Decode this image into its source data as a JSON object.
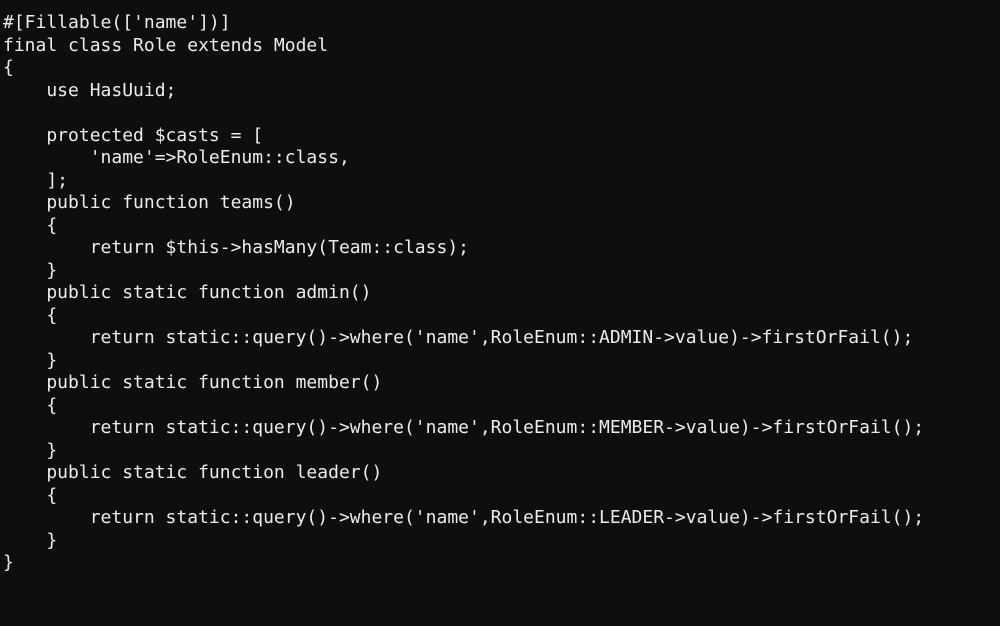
{
  "editor": {
    "lines": [
      "#[Fillable(['name'])]",
      "final class Role extends Model",
      "{",
      "    use HasUuid;",
      "",
      "    protected $casts = [",
      "        'name'=>RoleEnum::class,",
      "    ];",
      "    public function teams()",
      "    {",
      "        return $this->hasMany(Team::class);",
      "    }",
      "    public static function admin()",
      "    {",
      "        return static::query()->where('name',RoleEnum::ADMIN->value)->firstOrFail();",
      "    }",
      "    public static function member()",
      "    {",
      "        return static::query()->where('name',RoleEnum::MEMBER->value)->firstOrFail();",
      "    }",
      "    public static function leader()",
      "    {",
      "        return static::query()->where('name',RoleEnum::LEADER->value)->firstOrFail();",
      "    }",
      "}"
    ]
  },
  "colors": {
    "background": "#0e0e0e",
    "text": "#ececec"
  }
}
